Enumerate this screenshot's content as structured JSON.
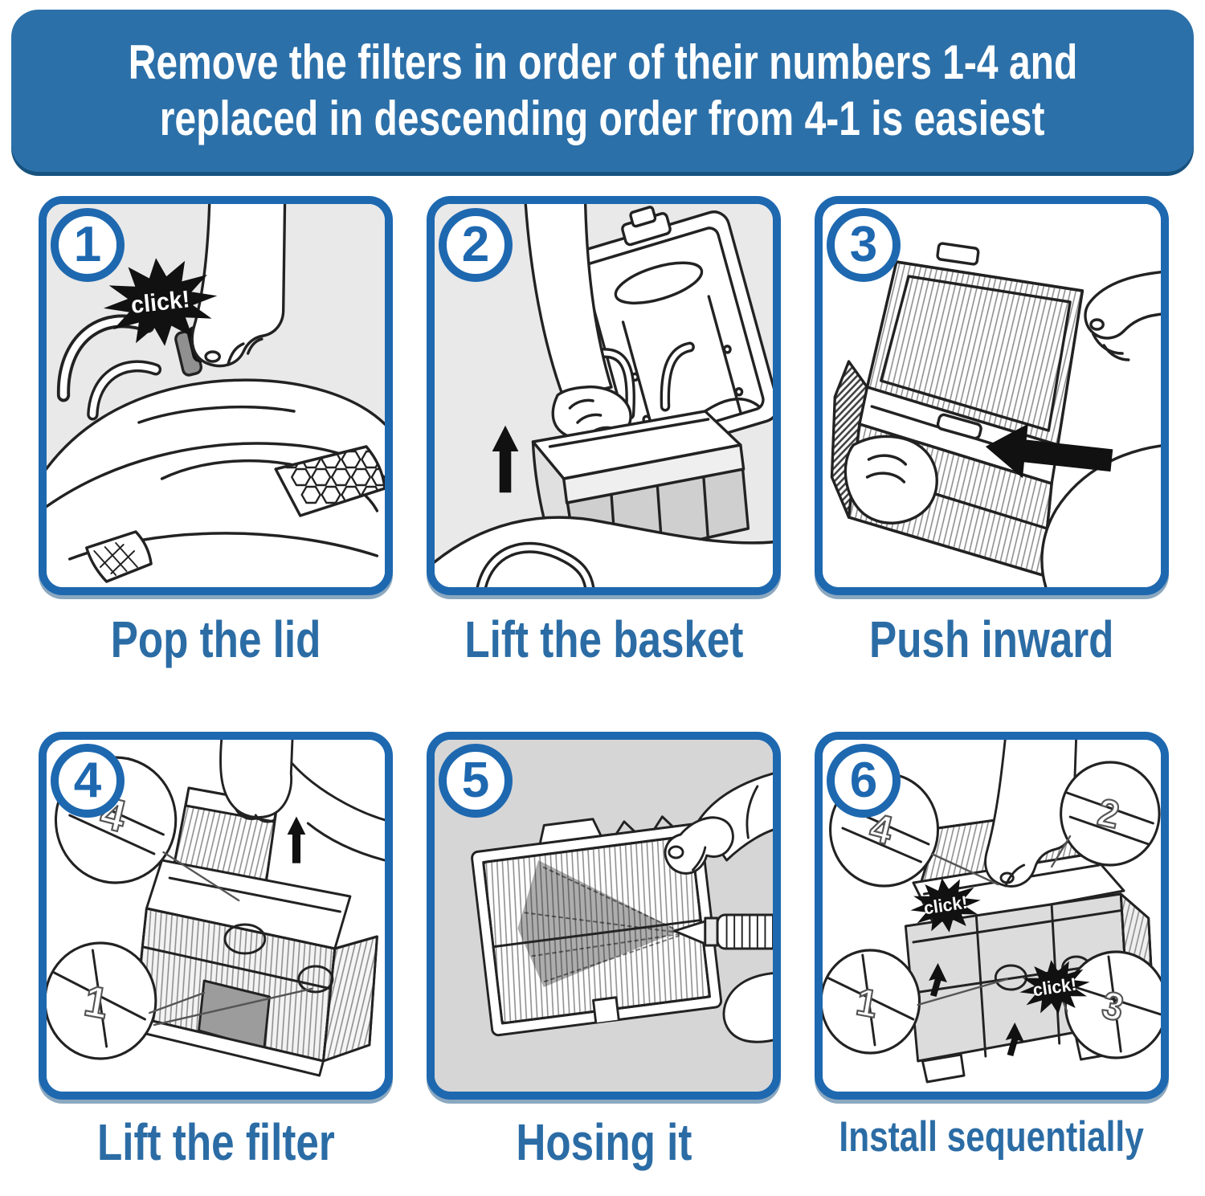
{
  "header": {
    "lines": [
      "Remove the filters in order of their numbers 1-4 and",
      "replaced in descending order from 4-1 is easiest"
    ]
  },
  "panels": [
    {
      "number": "1",
      "caption": "Pop the lid",
      "badges": [
        "click!"
      ]
    },
    {
      "number": "2",
      "caption": "Lift the basket"
    },
    {
      "number": "3",
      "caption": "Push inward"
    },
    {
      "number": "4",
      "caption": "Lift the filter",
      "callouts": [
        "4",
        "1"
      ]
    },
    {
      "number": "5",
      "caption": "Hosing it"
    },
    {
      "number": "6",
      "caption": "Install sequentially",
      "badges": [
        "click!",
        "click!"
      ],
      "callouts": [
        "4",
        "2",
        "1",
        "3"
      ]
    }
  ],
  "colors": {
    "header_bg": "#2C70A9",
    "panel_border": "#1E68B0",
    "caption_text": "#2B6CA5",
    "step_number": "#1E68B0",
    "badge_bg": "#111111",
    "badge_text": "#FFFFFF",
    "line_art": "#222222"
  }
}
